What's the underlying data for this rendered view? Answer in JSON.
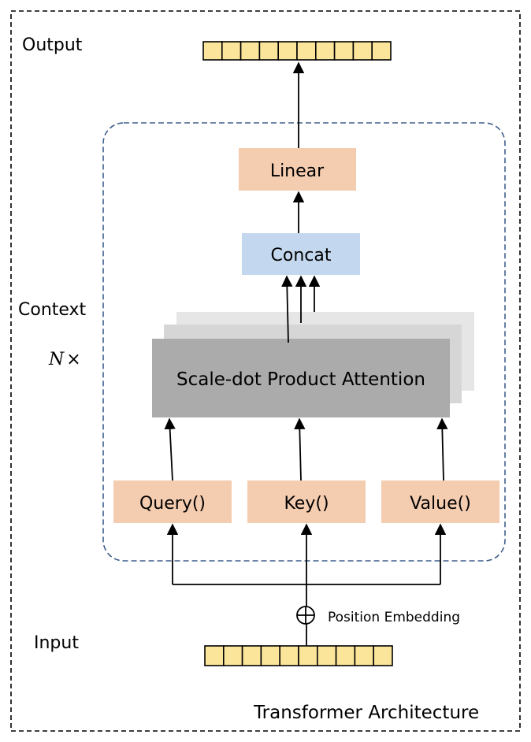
{
  "labels": {
    "output": "Output",
    "input": "Input",
    "context": "Context",
    "n_var": "N",
    "n_times": "×",
    "position_embedding": "Position Embedding",
    "caption": "Transformer Architecture"
  },
  "blocks": {
    "linear": "Linear",
    "concat": "Concat",
    "attention": "Scale-dot Product Attention",
    "query": "Query()",
    "key": "Key()",
    "value": "Value()"
  },
  "vectors": {
    "output_cells": 10,
    "input_cells": 10
  },
  "colors": {
    "peach": "#F4CCB0",
    "blue": "#C3D8EE",
    "gray": "#ABABAB",
    "gray_light": "#E6E6E6",
    "gray_mid": "#D6D6D6",
    "cell": "#FBE59B",
    "dash_blue": "#3E5F8A",
    "stroke": "#000000"
  },
  "icons": {
    "position_embedding": "circle-plus-icon"
  }
}
